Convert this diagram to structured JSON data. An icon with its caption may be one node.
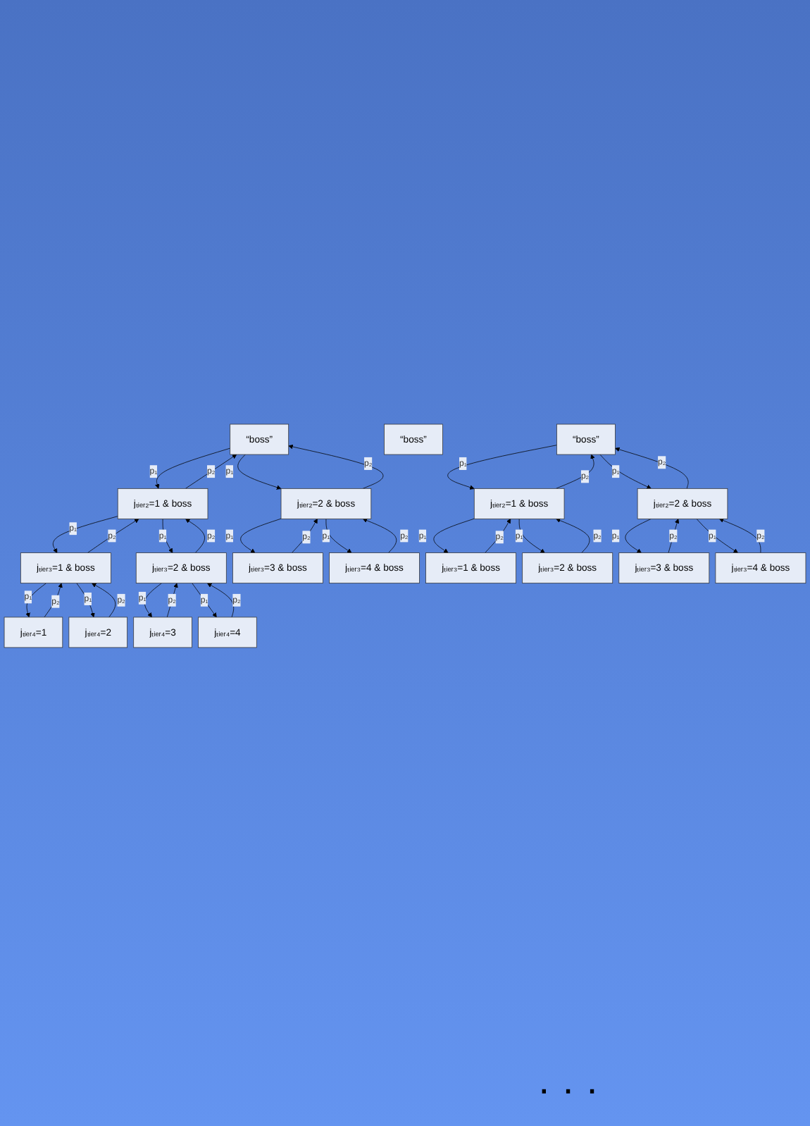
{
  "diagram": {
    "nodes": [
      {
        "text": [
          "“boss”"
        ]
      },
      {
        "text": [
          "“boss”"
        ]
      },
      {
        "text": [
          "“boss”"
        ]
      },
      {
        "text": [
          "jₜᵢₑᵣ₂=1 & boss"
        ]
      },
      {
        "text": [
          "jₜᵢₑᵣ₂=2 & boss"
        ]
      },
      {
        "text": [
          "jₜᵢₑᵣ₂=1 & boss"
        ]
      },
      {
        "text": [
          "jₜᵢₑᵣ₂=2 & boss"
        ]
      },
      {
        "text": [
          "jₜᵢₑᵣ₃=1 & boss"
        ]
      },
      {
        "text": [
          "jₜᵢₑᵣ₃=2 & boss"
        ]
      },
      {
        "text": [
          "jₜᵢₑᵣ₃=3 & boss"
        ]
      },
      {
        "text": [
          "jₜᵢₑᵣ₃=4 & boss"
        ]
      },
      {
        "text": [
          "jₜᵢₑᵣ₃=1 & boss"
        ]
      },
      {
        "text": [
          "jₜᵢₑᵣ₃=2 & boss"
        ]
      },
      {
        "text": [
          "jₜᵢₑᵣ₃=3 & boss"
        ]
      },
      {
        "text": [
          "jₜᵢₑᵣ₃=4 & boss"
        ]
      },
      {
        "text": [
          "jₜᵢₑᵣ₄=1"
        ]
      },
      {
        "text": [
          "jₜᵢₑᵣ₄=2"
        ]
      },
      {
        "text": [
          "jₜᵢₑᵣ₄=3"
        ]
      },
      {
        "text": [
          "jₜᵢₑᵣ₄=4"
        ]
      }
    ],
    "edges": [
      {
        "from": 0,
        "to": 3,
        "arrow": "to",
        "label": "p₁"
      },
      {
        "from": 3,
        "to": 0,
        "arrow": "to",
        "label": "p₂"
      },
      {
        "from": 0,
        "to": 4,
        "arrow": "to",
        "label": "p₁"
      },
      {
        "from": 4,
        "to": 0,
        "arrow": "to",
        "label": "p₂"
      },
      {
        "from": 2,
        "to": 5,
        "arrow": "to",
        "label": "p₁"
      },
      {
        "from": 5,
        "to": 2,
        "arrow": "to",
        "label": "p₂"
      },
      {
        "from": 2,
        "to": 6,
        "arrow": "to",
        "label": "p₁"
      },
      {
        "from": 6,
        "to": 2,
        "arrow": "to",
        "label": "p₂"
      },
      {
        "from": 3,
        "to": 7,
        "arrow": "to",
        "label": "p₁"
      },
      {
        "from": 7,
        "to": 3,
        "arrow": "to",
        "label": "p₂"
      },
      {
        "from": 3,
        "to": 8,
        "arrow": "to",
        "label": "p₁"
      },
      {
        "from": 8,
        "to": 3,
        "arrow": "to",
        "label": "p₂"
      },
      {
        "from": 4,
        "to": 9,
        "arrow": "to",
        "label": "p₁"
      },
      {
        "from": 9,
        "to": 4,
        "arrow": "to",
        "label": "p₂"
      },
      {
        "from": 4,
        "to": 10,
        "arrow": "to",
        "label": "p₁"
      },
      {
        "from": 10,
        "to": 4,
        "arrow": "to",
        "label": "p₂"
      },
      {
        "from": 5,
        "to": 11,
        "arrow": "to",
        "label": "p₁"
      },
      {
        "from": 11,
        "to": 5,
        "arrow": "to",
        "label": "p₂"
      },
      {
        "from": 5,
        "to": 12,
        "arrow": "to",
        "label": "p₁"
      },
      {
        "from": 12,
        "to": 5,
        "arrow": "to",
        "label": "p₂"
      },
      {
        "from": 6,
        "to": 13,
        "arrow": "to",
        "label": "p₁"
      },
      {
        "from": 13,
        "to": 6,
        "arrow": "to",
        "label": "p₂"
      },
      {
        "from": 6,
        "to": 14,
        "arrow": "to",
        "label": "p₁"
      },
      {
        "from": 14,
        "to": 6,
        "arrow": "to",
        "label": "p₂"
      },
      {
        "from": 7,
        "to": 15,
        "arrow": "to",
        "label": "p₁"
      },
      {
        "from": 15,
        "to": 7,
        "arrow": "to",
        "label": "p₂"
      },
      {
        "from": 7,
        "to": 16,
        "arrow": "to",
        "label": "p₁"
      },
      {
        "from": 16,
        "to": 7,
        "arrow": "to",
        "label": "p₂"
      },
      {
        "from": 8,
        "to": 17,
        "arrow": "to",
        "label": "p₁"
      },
      {
        "from": 17,
        "to": 8,
        "arrow": "to",
        "label": "p₂"
      },
      {
        "from": 8,
        "to": 18,
        "arrow": "to",
        "label": "p₁"
      },
      {
        "from": 18,
        "to": 8,
        "arrow": "to",
        "label": "p₂"
      }
    ],
    "labels": [
      "· · ·"
    ]
  }
}
